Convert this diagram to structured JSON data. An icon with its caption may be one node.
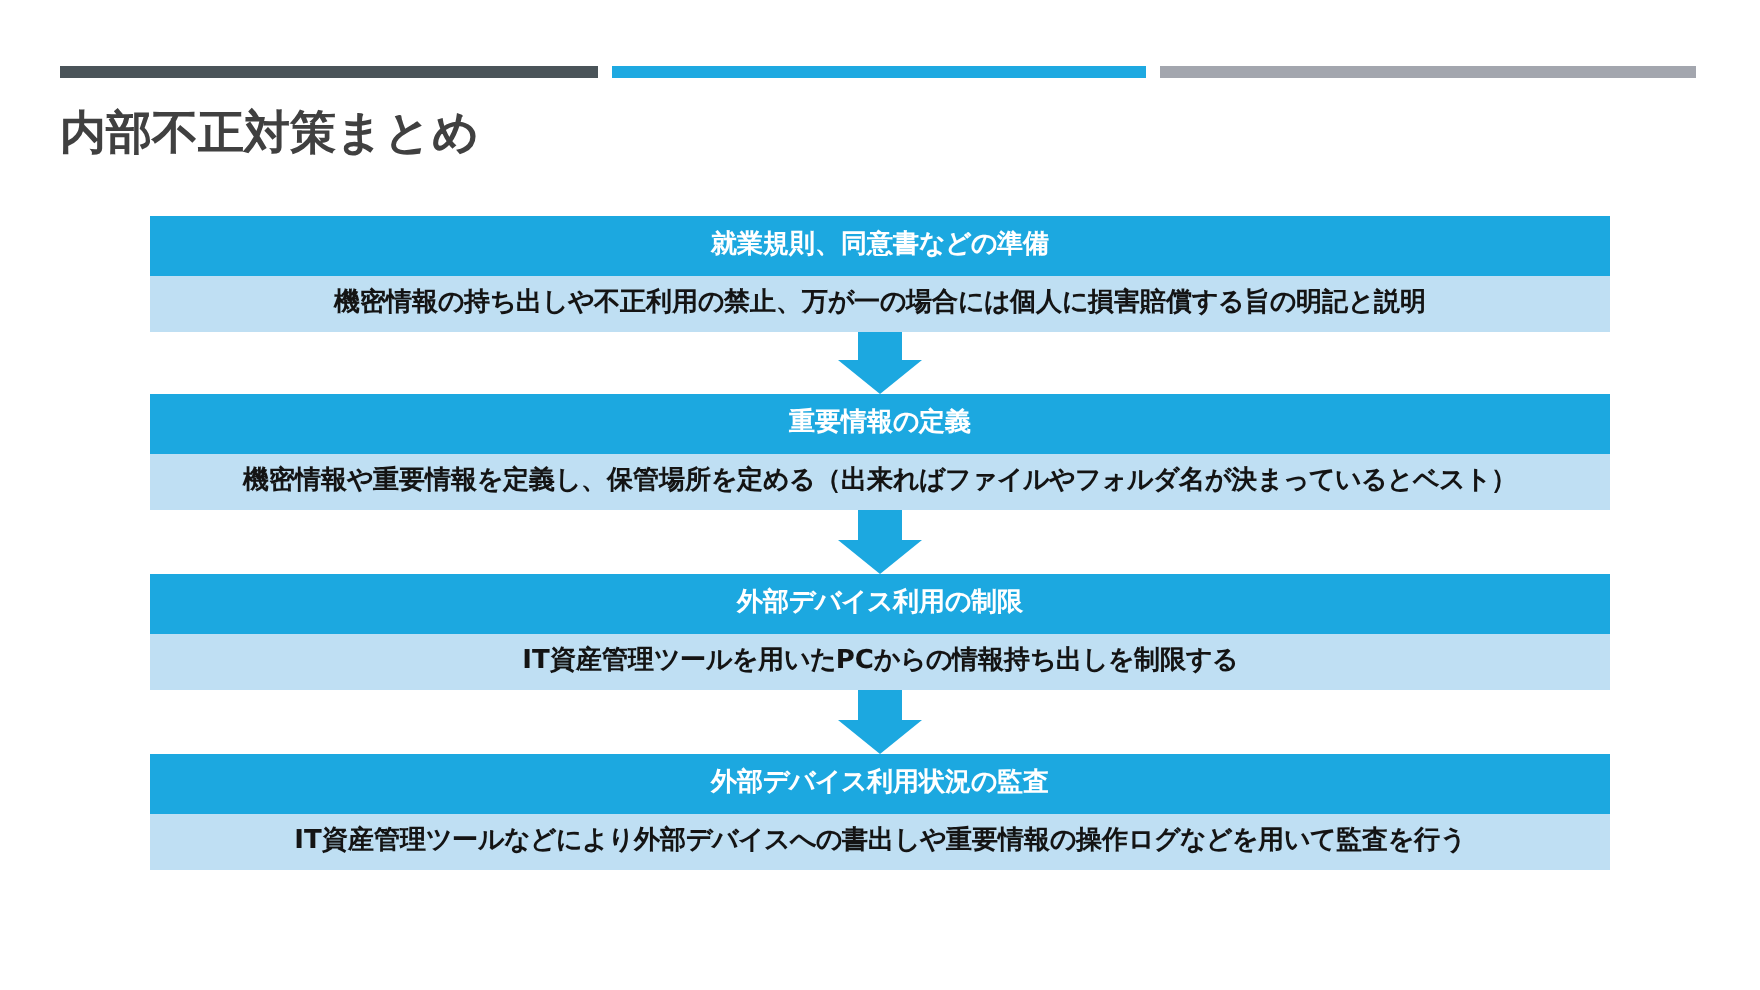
{
  "diagram": {
    "title": "内部不正対策まとめ",
    "nodes": [
      {
        "text": [
          "就業規則、同意書などの準備",
          "機密情報の持ち出しや不正利用の禁止、万が一の場合には個人に損害賠償する旨の明記と説明"
        ]
      },
      {
        "text": [
          "重要情報の定義",
          "機密情報や重要情報を定義し、保管場所を定める（出来ればファイルやフォルダ名が決まっているとベスト）"
        ]
      },
      {
        "text": [
          "外部デバイス利用の制限",
          "IT資産管理ツールを用いたPCからの情報持ち出しを制限する"
        ]
      },
      {
        "text": [
          "外部デバイス利用状況の監査",
          "IT資産管理ツールなどにより外部デバイスへの書出しや重要情報の操作ログなどを用いて監査を行う"
        ]
      }
    ],
    "edges": [
      {
        "from": 0,
        "to": 1,
        "arrow": "to"
      },
      {
        "from": 1,
        "to": 2,
        "arrow": "to"
      },
      {
        "from": 2,
        "to": 3,
        "arrow": "to"
      }
    ]
  }
}
